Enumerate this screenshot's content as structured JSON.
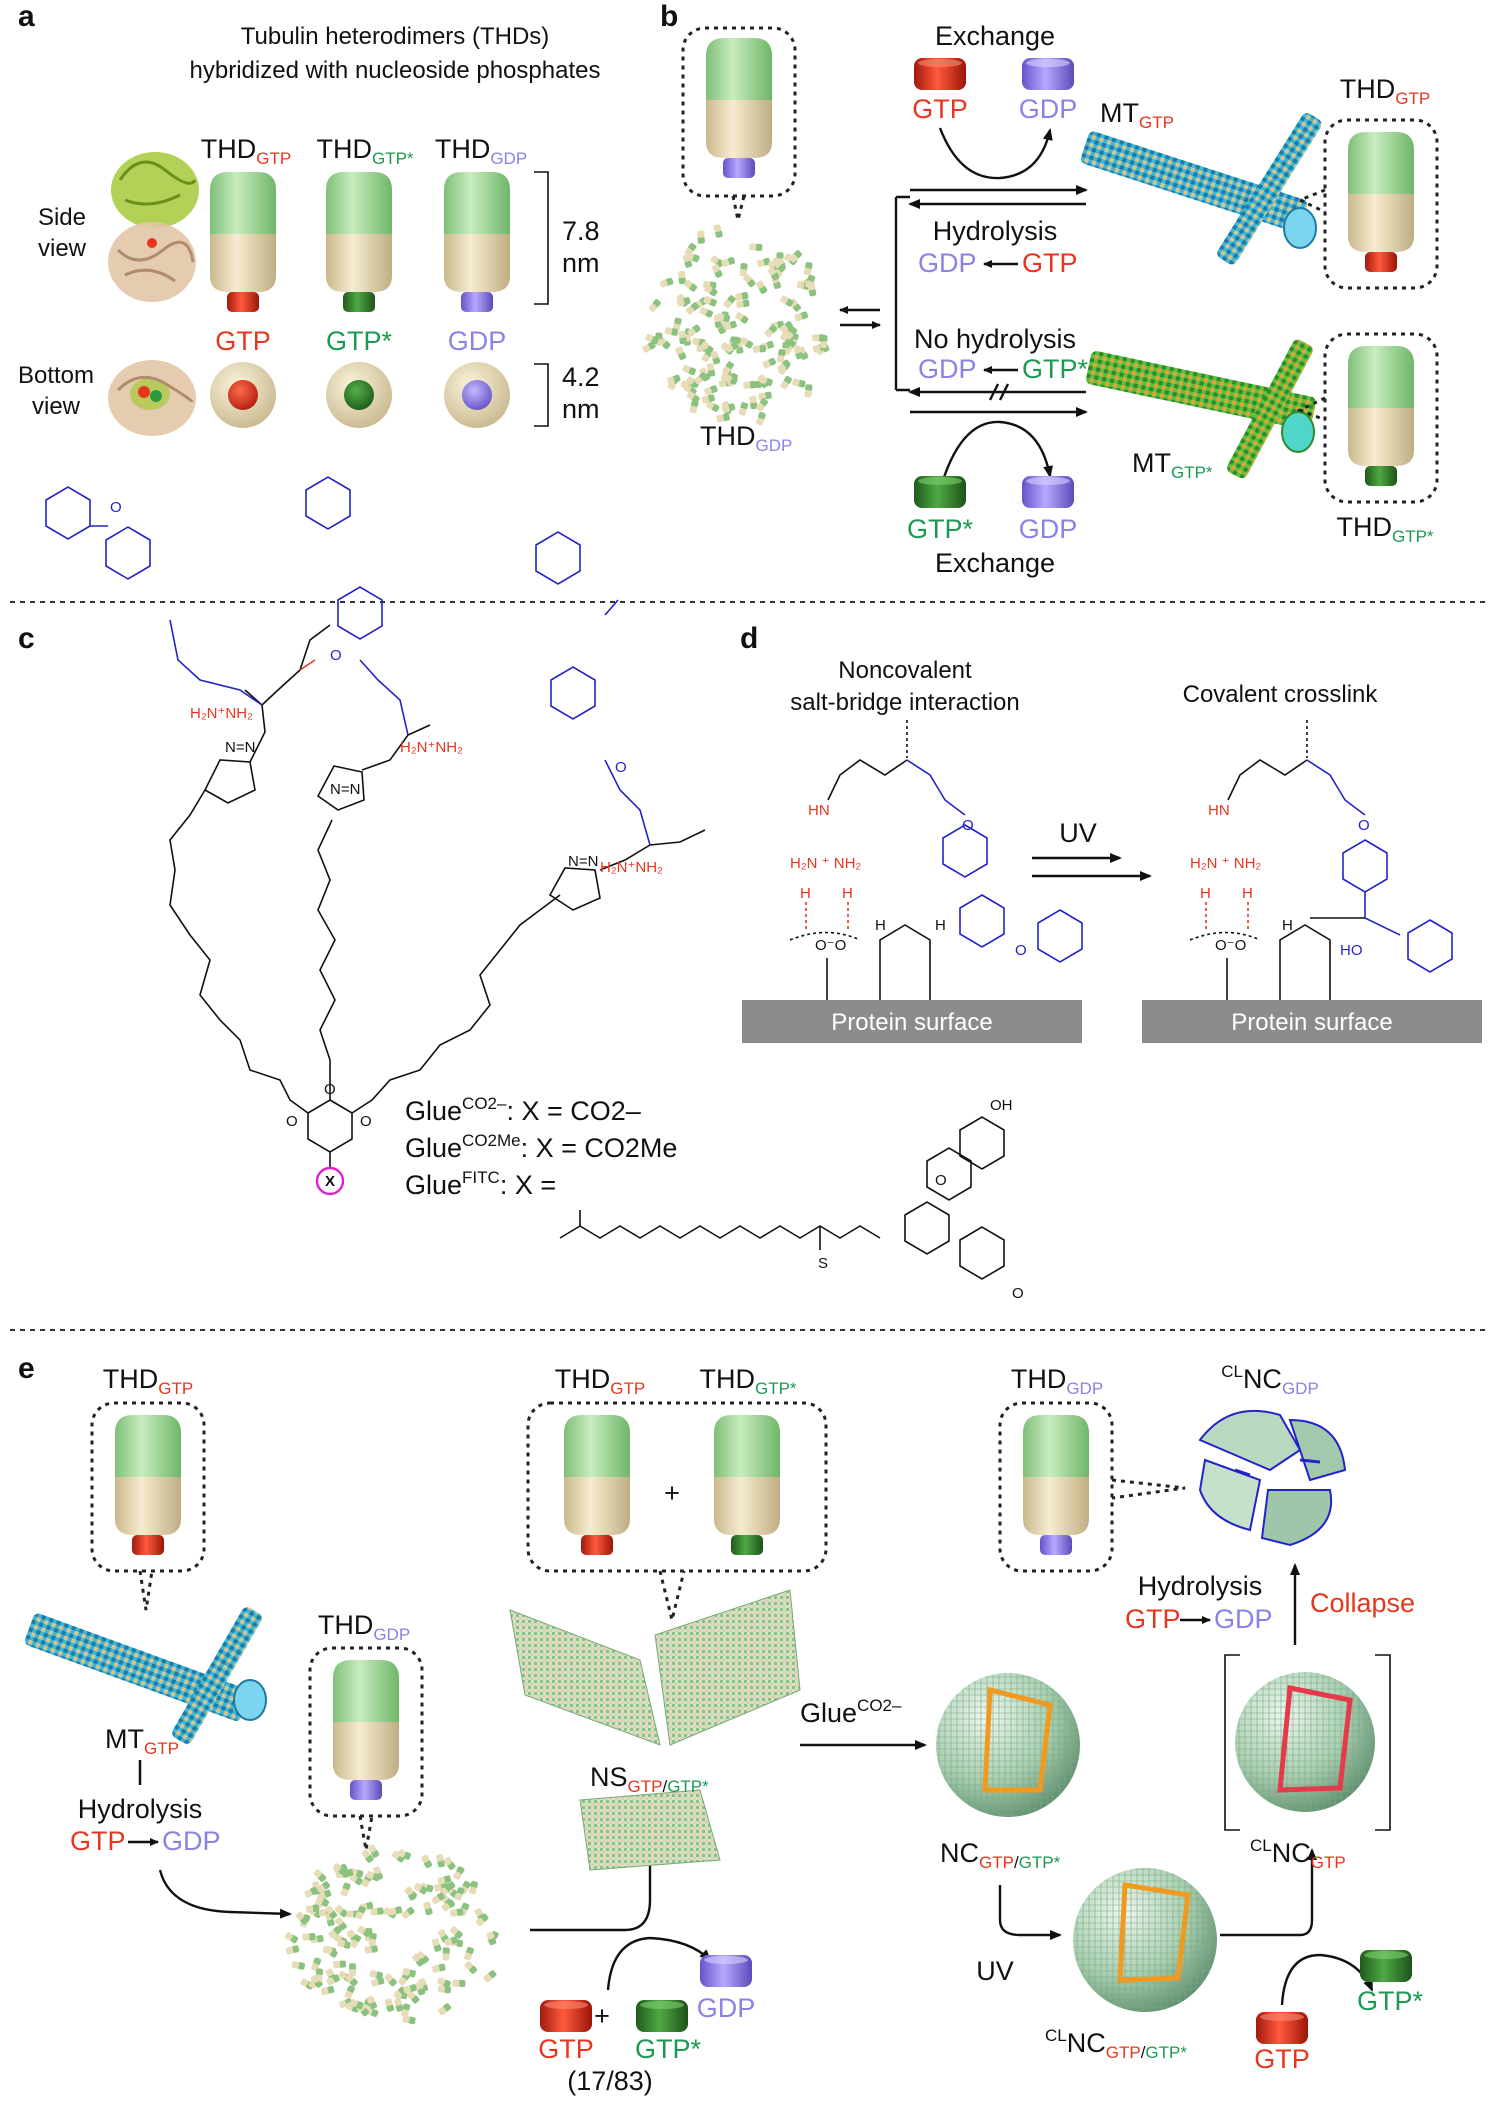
{
  "panels": {
    "a": {
      "letter": "a",
      "title_line1": "Tubulin heterodimers (THDs)",
      "title_line2": "hybridized with nucleoside phosphates",
      "row_side": [
        "Side",
        "view"
      ],
      "row_bottom": [
        "Bottom",
        "view"
      ],
      "dimers": [
        {
          "prefix": "THD",
          "sub": "GTP",
          "label": "GTP"
        },
        {
          "prefix": "THD",
          "sub": "GTP*",
          "label": "GTP*"
        },
        {
          "prefix": "THD",
          "sub": "GDP",
          "label": "GDP"
        }
      ],
      "height_value": "7.8",
      "height_unit": "nm",
      "width_value": "4.2",
      "width_unit": "nm"
    },
    "b": {
      "letter": "b",
      "exchange_top": "Exchange",
      "gtp": "GTP",
      "gdp": "GDP",
      "gtpstar": "GTP*",
      "hydrolysis": "Hydrolysis",
      "no_hydrolysis": "No hydrolysis",
      "mt_gtp": {
        "prefix": "MT",
        "sub": "GTP"
      },
      "mt_gtpstar": {
        "prefix": "MT",
        "sub": "GTP*"
      },
      "thd_gtp": {
        "prefix": "THD",
        "sub": "GTP"
      },
      "thd_gtpstar": {
        "prefix": "THD",
        "sub": "GTP*"
      },
      "thd_gdp": {
        "prefix": "THD",
        "sub": "GDP"
      },
      "exchange_bottom": "Exchange"
    },
    "c": {
      "letter": "c",
      "glue_co2": {
        "prefix": "Glue",
        "sup": "CO2–",
        "suffix": ": X = CO2–"
      },
      "glue_co2me": {
        "prefix": "Glue",
        "sup": "CO2Me",
        "suffix": ": X = CO2Me"
      },
      "glue_fitc": {
        "prefix": "Glue",
        "sup": "FITC",
        "suffix": ": X ="
      },
      "x_label": "X"
    },
    "d": {
      "letter": "d",
      "left_title_1": "Noncovalent",
      "left_title_2": "salt-bridge interaction",
      "right_title": "Covalent crosslink",
      "uv": "UV",
      "surface": "Protein surface"
    },
    "e": {
      "letter": "e",
      "thd_gtp": {
        "prefix": "THD",
        "sub": "GTP"
      },
      "thd_gtpstar": {
        "prefix": "THD",
        "sub": "GTP*"
      },
      "thd_gdp": {
        "prefix": "THD",
        "sub": "GDP"
      },
      "plus": "+",
      "mt_gtp": {
        "prefix": "MT",
        "sub": "GTP"
      },
      "hydrolysis": "Hydrolysis",
      "gtp": "GTP",
      "gdp": "GDP",
      "gtpstar": "GTP*",
      "ratio": "(17/83)",
      "ns": {
        "prefix": "NS",
        "sub1": "GTP",
        "slash": "/",
        "sub2": "GTP*"
      },
      "glue": {
        "prefix": "Glue",
        "sup": "CO2–"
      },
      "nc": {
        "prefix": "NC",
        "sub1": "GTP",
        "slash": "/",
        "sub2": "GTP*"
      },
      "uv": "UV",
      "clnc_mix": {
        "pre": "CL",
        "prefix": "NC",
        "sub1": "GTP",
        "slash": "/",
        "sub2": "GTP*"
      },
      "clnc_gtp": {
        "pre": "CL",
        "prefix": "NC",
        "sub": "GTP"
      },
      "clnc_gdp": {
        "pre": "CL",
        "prefix": "NC",
        "sub": "GDP"
      },
      "collapse": "Collapse"
    }
  },
  "colors": {
    "gtp": "#e8351d",
    "gtpstar": "#1c9a52",
    "gdp": "#8a83e6",
    "glue_blue": "#2323c8",
    "surface": "#8c8c8c"
  }
}
